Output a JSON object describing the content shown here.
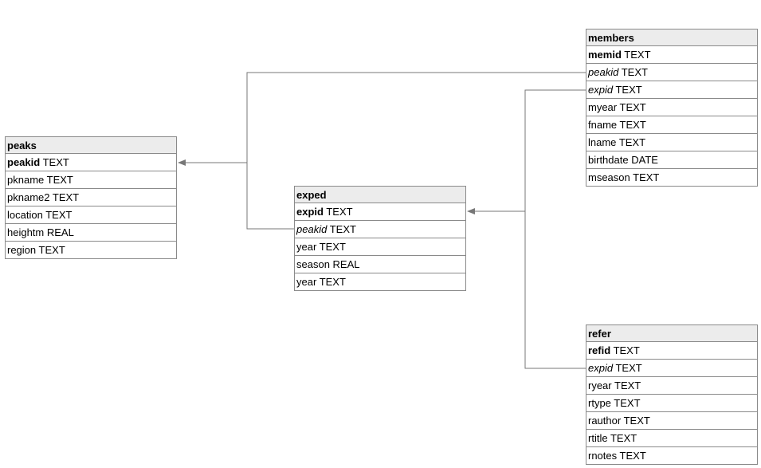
{
  "tables": {
    "peaks": {
      "name": "peaks",
      "rows": [
        {
          "col": "peakid",
          "type": "TEXT",
          "kind": "pk"
        },
        {
          "col": "pkname",
          "type": "TEXT",
          "kind": ""
        },
        {
          "col": "pkname2",
          "type": "TEXT",
          "kind": ""
        },
        {
          "col": "location",
          "type": "TEXT",
          "kind": ""
        },
        {
          "col": "heightm",
          "type": "REAL",
          "kind": ""
        },
        {
          "col": "region",
          "type": "TEXT",
          "kind": ""
        }
      ]
    },
    "exped": {
      "name": "exped",
      "rows": [
        {
          "col": "expid",
          "type": "TEXT",
          "kind": "pk"
        },
        {
          "col": "peakid",
          "type": "TEXT",
          "kind": "fk"
        },
        {
          "col": "year",
          "type": "TEXT",
          "kind": ""
        },
        {
          "col": "season",
          "type": "REAL",
          "kind": ""
        },
        {
          "col": "year",
          "type": "TEXT",
          "kind": ""
        }
      ]
    },
    "members": {
      "name": "members",
      "rows": [
        {
          "col": "memid",
          "type": "TEXT",
          "kind": "pk"
        },
        {
          "col": "peakid",
          "type": "TEXT",
          "kind": "fk"
        },
        {
          "col": "expid",
          "type": "TEXT",
          "kind": "fk"
        },
        {
          "col": "myear",
          "type": "TEXT",
          "kind": ""
        },
        {
          "col": "fname",
          "type": "TEXT",
          "kind": ""
        },
        {
          "col": "lname",
          "type": "TEXT",
          "kind": ""
        },
        {
          "col": "birthdate",
          "type": "DATE",
          "kind": ""
        },
        {
          "col": "mseason",
          "type": "TEXT",
          "kind": ""
        }
      ]
    },
    "refer": {
      "name": "refer",
      "rows": [
        {
          "col": "refid",
          "type": "TEXT",
          "kind": "pk"
        },
        {
          "col": "expid",
          "type": "TEXT",
          "kind": "fk"
        },
        {
          "col": "ryear",
          "type": "TEXT",
          "kind": ""
        },
        {
          "col": "rtype",
          "type": "TEXT",
          "kind": ""
        },
        {
          "col": "rauthor",
          "type": "TEXT",
          "kind": ""
        },
        {
          "col": "rtitle",
          "type": "TEXT",
          "kind": ""
        },
        {
          "col": "rnotes",
          "type": "TEXT",
          "kind": ""
        }
      ]
    }
  },
  "relationships": [
    {
      "from": "exped.peakid",
      "to": "peaks.peakid"
    },
    {
      "from": "members.peakid",
      "to": "peaks.peakid"
    },
    {
      "from": "members.expid",
      "to": "exped.expid"
    },
    {
      "from": "refer.expid",
      "to": "exped.expid"
    }
  ]
}
